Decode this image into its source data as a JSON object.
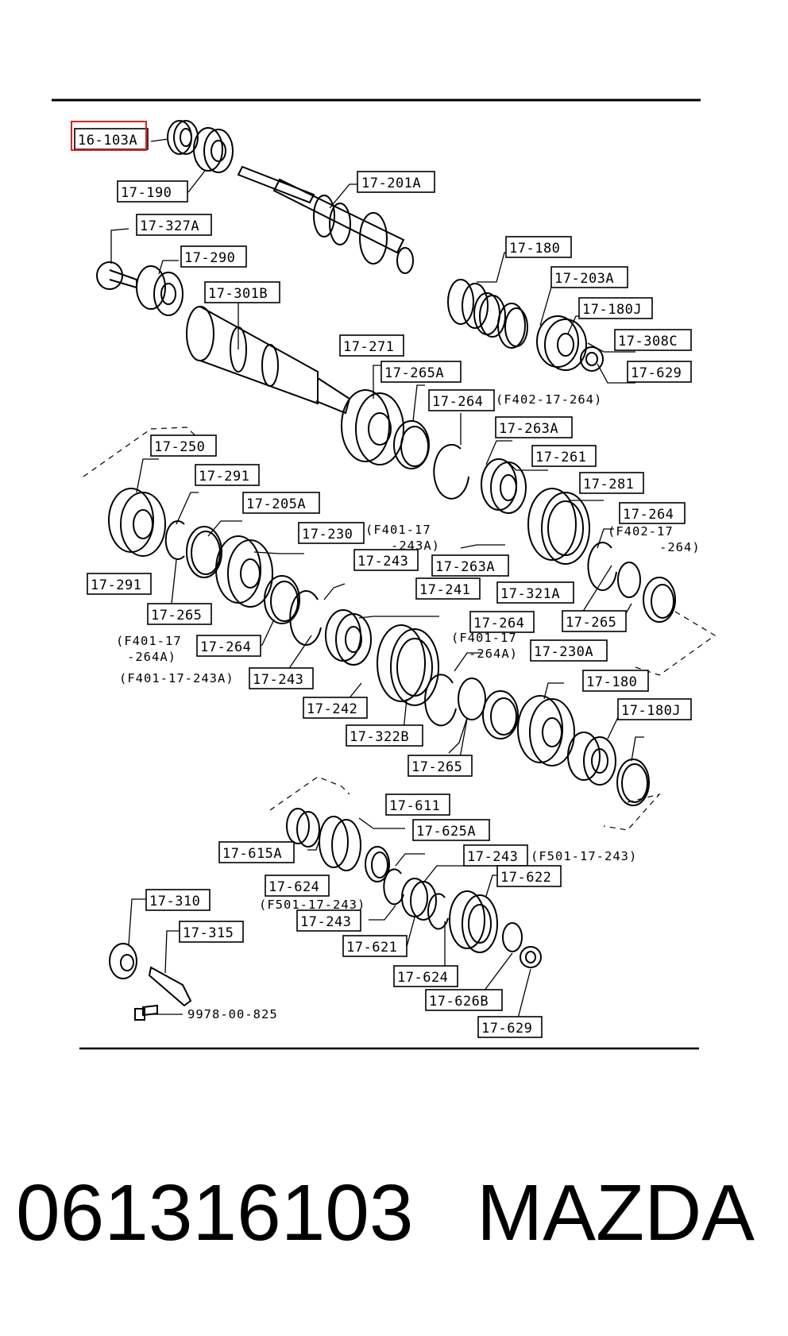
{
  "diagram": {
    "labels": {
      "p16_103A": "16-103A",
      "p17_190": "17-190",
      "p17_201A": "17-201A",
      "p17_327A": "17-327A",
      "p17_290": "17-290",
      "p17_301B": "17-301B",
      "p17_180_top": "17-180",
      "p17_203A": "17-203A",
      "p17_180J_top": "17-180J",
      "p17_308C": "17-308C",
      "p17_629_top": "17-629",
      "p17_271": "17-271",
      "p17_265A": "17-265A",
      "p17_264_a": "17-264",
      "p17_263A_top": "17-263A",
      "p17_261": "17-261",
      "p17_250": "17-250",
      "p17_291_top": "17-291",
      "p17_205A": "17-205A",
      "p17_230": "17-230",
      "p17_281": "17-281",
      "p17_264_b": "17-264",
      "p17_263A_bot": "17-263A",
      "p17_243_a": "17-243",
      "p17_291_bot": "17-291",
      "p17_321A": "17-321A",
      "p17_241": "17-241",
      "p17_265_a": "17-265",
      "p17_265_b": "17-265",
      "p17_264_c": "17-264",
      "p17_264_d": "17-264",
      "p17_230A": "17-230A",
      "p17_243_b": "17-243",
      "p17_180_bot": "17-180",
      "p17_180J_bot": "17-180J",
      "p17_242": "17-242",
      "p17_322B": "17-322B",
      "p17_265_c": "17-265",
      "p17_611": "17-611",
      "p17_625A": "17-625A",
      "p17_615A": "17-615A",
      "p17_243_c": "17-243",
      "p17_624_a": "17-624",
      "p17_622": "17-622",
      "p17_243_d": "17-243",
      "p17_310": "17-310",
      "p17_315": "17-315",
      "p17_621": "17-621",
      "p17_624_b": "17-624",
      "p17_626B": "17-626B",
      "p17_629_bot": "17-629"
    },
    "notes": {
      "n1": "(F402-17-264)",
      "n2a": "(F401-17",
      "n2b": "-243A)",
      "n3a": "(F402-17",
      "n3b": "-264)",
      "n4a": "(F401-17",
      "n4b": "-264A)",
      "n5": "(F401-17-243A)",
      "n6a": "(F401-17",
      "n6b": "-264A)",
      "n7": "(F501-17-243)",
      "n8": "(F501-17-243)",
      "n9": "9978-00-825"
    },
    "highlight_color": "#e02020"
  },
  "footer": {
    "part_number": "061316103",
    "brand": "MAZDA"
  }
}
